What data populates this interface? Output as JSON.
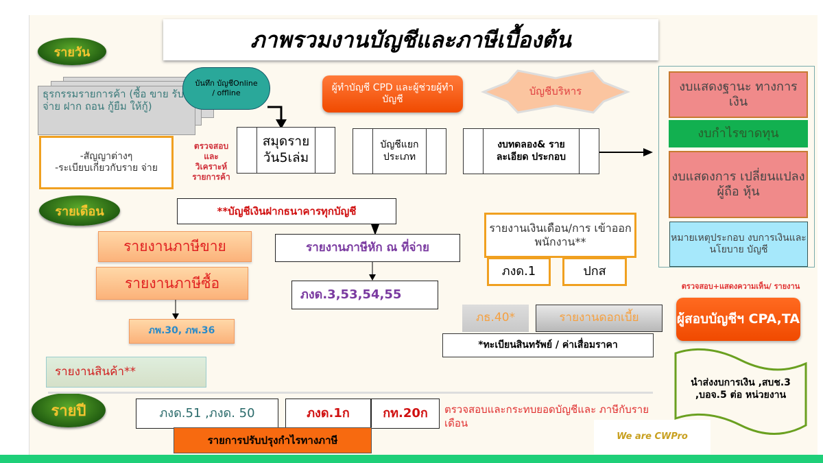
{
  "title": "ภาพรวมงานบัญชีและภาษีเบื้องต้น",
  "periods": {
    "daily": "รายวัน",
    "monthly": "รายเดือน",
    "yearly": "รายปี"
  },
  "daily": {
    "transactions": "ธุรกรรมรายการค้า (ซื้อ ขาย รับ จ่าย ฝาก ถอน กู้ยืม ให้กู้)",
    "cloud": "บันทึก บัญชีOnline / offline",
    "contracts_1": "-สัญญาต่างๆ",
    "contracts_2": "-ระเบียบเกี่ยวกับราย จ่าย",
    "check_note": "ตรวจสอบ และ วิเคราะห์ รายการค้า",
    "journal": "สมุดราย วัน5เล่ม",
    "cpd": "ผู้ทำบัญชี CPD และผู้ช่วยผู้ทำบัญชี",
    "mgmt": "บัญชีบริหาร",
    "ledger": "บัญชีแยก ประเภท",
    "trial": "งบทดลอง& รายละเอียด ประกอบ"
  },
  "statements": {
    "position": "งบแสดงฐานะ ทางการเงิน",
    "pl": "งบกำไรขาดทุน",
    "equity": "งบแสดงการ เปลี่ยนแปลงผู้ถือ หุ้น",
    "notes": "หมายเหตุประกอบ งบการเงินและนโยบาย บัญชี"
  },
  "monthly": {
    "bank": "**บัญชีเงินฝากธนาคารทุกบัญชี",
    "sales_tax": "รายงานภาษีขาย",
    "purchase_tax": "รายงานภาษีซื้อ",
    "pp": "ภพ.30, ภพ.36",
    "wht": "รายงานภาษีหัก ณ ที่จ่าย",
    "pnd": "ภงด.3,53,54,55",
    "payroll": "รายงานเงินเดือน/การ เข้าออกพนักงาน**",
    "pnd1": "ภงด.1",
    "sso": "ปกส",
    "pt40": "ภธ.40*",
    "interest": "รายงานดอกเบี้ย",
    "assets": "*ทะเบียนสินทรัพย์ / ค่าเสื่อมราคา",
    "inventory": "รายงานสินค้า**"
  },
  "auditor": {
    "note": "ตรวจสอบ+แสดงความเห็น/ รายงาน",
    "title": "ผู้สอบบัญชีฯ CPA,TA"
  },
  "submit": "นำส่งงบการเงิน ,สบช.3 ,บอจ.5 ต่อ หน่วยงาน",
  "yearly": {
    "pnd51": "ภงด.51 ,ภงด. 50",
    "pnd1k": "ภงด.1ก",
    "kt20k": "กท.20ก",
    "reconcile": "ตรวจสอบและกระทบยอดบัญชีและ ภาษีกับรายเดือน",
    "adjust": "รายการปรับปรุงกำไรทางภาษี"
  },
  "logo": "We are CWPro"
}
